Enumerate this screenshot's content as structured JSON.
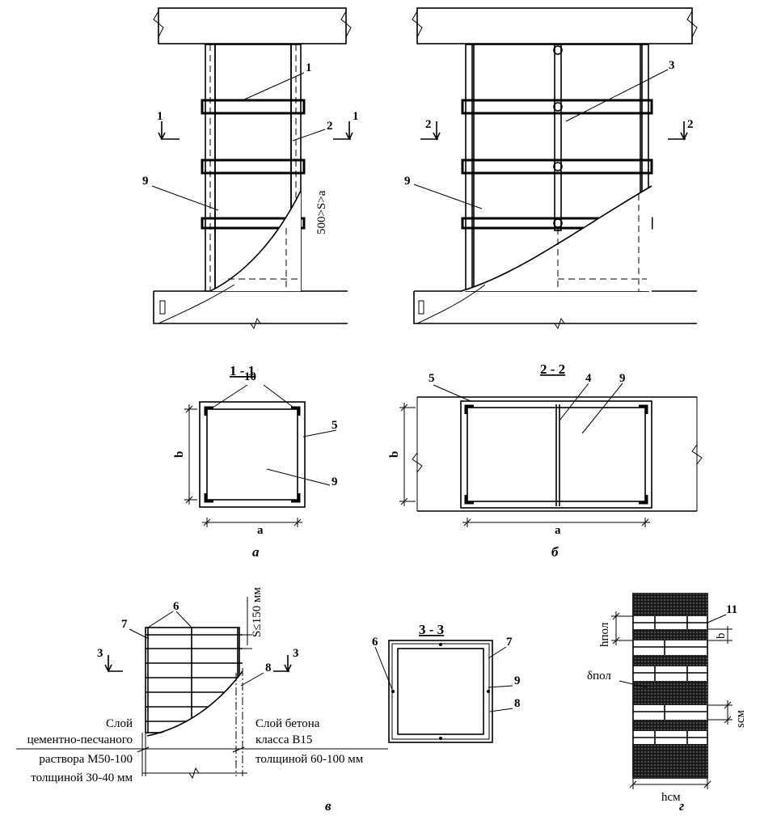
{
  "labels": {
    "callouts": [
      "1",
      "2",
      "3",
      "4",
      "5",
      "6",
      "7",
      "8",
      "9",
      "10",
      "11"
    ],
    "section_cuts": {
      "s1": "1",
      "s2": "2",
      "s3": "3"
    },
    "section_titles": {
      "s1": "1 - 1",
      "s2": "2 - 2",
      "s3": "3 - 3"
    },
    "figure_letters": {
      "a": "а",
      "b": "б",
      "c": "в",
      "d": "г"
    },
    "dims": {
      "spacing": "500>S>a",
      "mesh_spacing": "S≤150 мм",
      "a": "a",
      "b": "b",
      "h_pol": "hпол",
      "b_small": "b",
      "delta_pol": "δпол",
      "s_sm": "sсм",
      "h_sm": "hсм"
    },
    "notes": {
      "mortar_1": "Слой",
      "mortar_2": "цементно-песчаного",
      "mortar_3": "раствора М50-100",
      "mortar_4": "толщиной 30-40 мм",
      "concrete_1": "Слой бетона",
      "concrete_2": "класса В15",
      "concrete_3": "толщиной 60-100 мм"
    }
  },
  "colors": {
    "ink": "#000000",
    "paper": "#ffffff",
    "dense_fill": "#1a1a1a"
  }
}
